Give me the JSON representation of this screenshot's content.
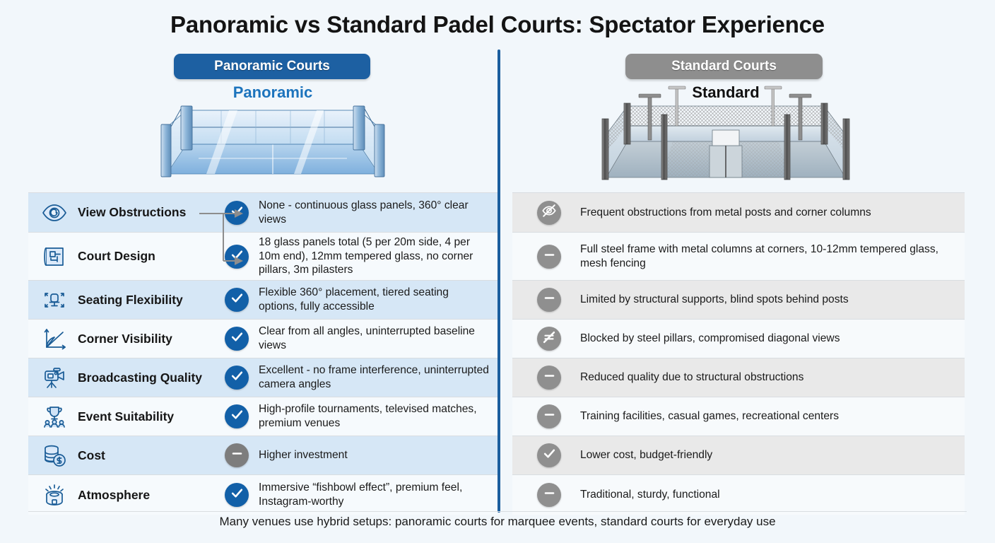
{
  "title": "Panoramic vs Standard Padel Courts: Spectator Experience",
  "columns": {
    "left": {
      "badge": "Panoramic Courts",
      "court_label": "Panoramic",
      "accent": "#1d60a2"
    },
    "right": {
      "badge": "Standard Courts",
      "court_label": "Standard",
      "accent": "#8e8e8e"
    }
  },
  "rows": [
    {
      "feature": "View Obstructions",
      "icon": "eye-icon",
      "left": {
        "status": "yes",
        "status_icon": "check-icon",
        "text": "None - continuous glass panels, 360° clear views"
      },
      "right": {
        "status": "no",
        "status_icon": "eye-slash-icon",
        "text": "Frequent obstructions from metal posts and corner columns"
      }
    },
    {
      "feature": "Court Design",
      "icon": "blueprint-icon",
      "left": {
        "status": "yes",
        "status_icon": "check-icon",
        "text": "18 glass panels total (5 per 20m side, 4 per 10m end), 12mm tempered glass, no corner pillars, 3m pilasters"
      },
      "right": {
        "status": "no",
        "status_icon": "minus-icon",
        "text": "Full steel frame with metal columns at corners, 10-12mm tempered glass, mesh fencing"
      }
    },
    {
      "feature": "Seating Flexibility",
      "icon": "seat-arrows-icon",
      "left": {
        "status": "yes",
        "status_icon": "check-icon",
        "text": "Flexible 360° placement, tiered seating options, fully accessible"
      },
      "right": {
        "status": "no",
        "status_icon": "minus-icon",
        "text": "Limited by structural supports, blind spots behind posts"
      }
    },
    {
      "feature": "Corner Visibility",
      "icon": "angle-chart-icon",
      "left": {
        "status": "yes",
        "status_icon": "check-icon",
        "text": "Clear from all angles, uninterrupted baseline views"
      },
      "right": {
        "status": "no",
        "status_icon": "slash-icon",
        "text": "Blocked by steel pillars, compromised diagonal views"
      }
    },
    {
      "feature": "Broadcasting Quality",
      "icon": "video-camera-icon",
      "left": {
        "status": "yes",
        "status_icon": "check-icon",
        "text": "Excellent - no frame interference, uninterrupted camera angles"
      },
      "right": {
        "status": "no",
        "status_icon": "minus-icon",
        "text": "Reduced quality due to structural obstructions"
      }
    },
    {
      "feature": "Event Suitability",
      "icon": "trophy-crowd-icon",
      "left": {
        "status": "yes",
        "status_icon": "check-icon",
        "text": "High-profile tournaments, televised matches, premium venues"
      },
      "right": {
        "status": "no",
        "status_icon": "minus-icon",
        "text": "Training facilities, casual games, recreational centers"
      }
    },
    {
      "feature": "Cost",
      "icon": "coins-dollar-icon",
      "left": {
        "status": "neutral",
        "status_icon": "minus-icon",
        "text": "Higher investment"
      },
      "right": {
        "status": "yes-grey",
        "status_icon": "check-icon",
        "text": "Lower cost, budget-friendly"
      }
    },
    {
      "feature": "Atmosphere",
      "icon": "stadium-icon",
      "left": {
        "status": "yes",
        "status_icon": "check-icon",
        "text": "Immersive “fishbowl effect”, premium feel, Instagram-worthy"
      },
      "right": {
        "status": "no",
        "status_icon": "minus-icon",
        "text": "Traditional, sturdy, functional"
      }
    }
  ],
  "footer": "Many venues use hybrid setups: panoramic courts for marquee events, standard courts for everyday use",
  "colors": {
    "background": "#f2f7fb",
    "blue_accent": "#1260a8",
    "grey_accent": "#8f8f8f",
    "divider": "#1b5e9e",
    "left_band": "#d6e7f6",
    "right_band": "#e9e9e9"
  }
}
